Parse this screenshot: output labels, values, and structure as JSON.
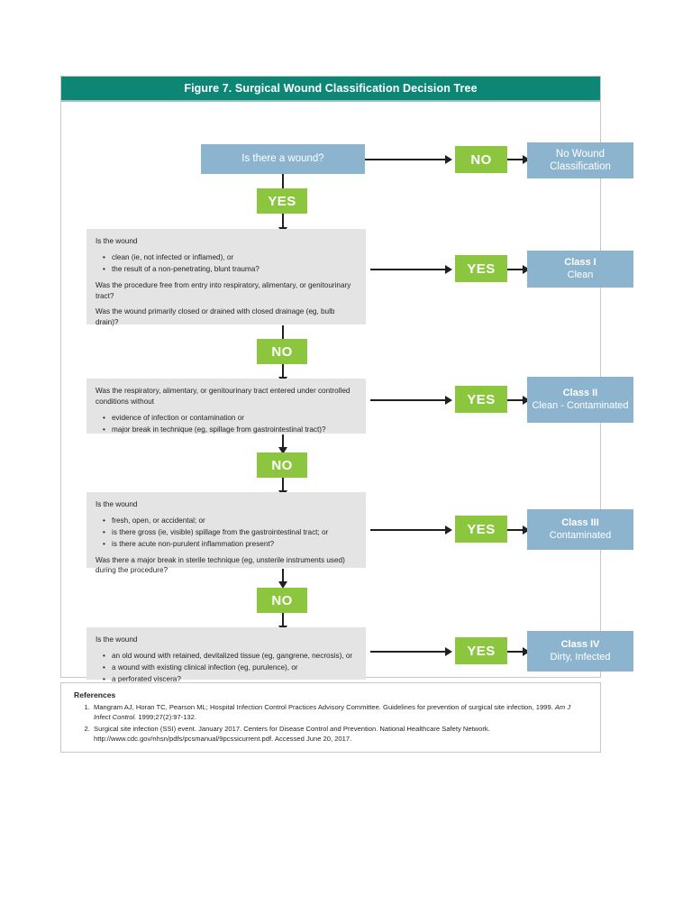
{
  "figure": {
    "title": "Figure 7.  Surgical Wound Classification Decision Tree",
    "colors": {
      "header_teal": "#0d8676",
      "green": "#8cc63e",
      "blue": "#8cb4ce",
      "gray": "#e4e4e4",
      "shadow": "#9a9a9a"
    },
    "start": {
      "question": "Is there a wound?",
      "no_label": "NO",
      "no_result": "No Wound Classification",
      "yes_label": "YES"
    },
    "steps": [
      {
        "id": "class-1",
        "blocks": [
          {
            "type": "text",
            "text": "Is the wound"
          },
          {
            "type": "bullets",
            "items": [
              "clean (ie, not infected or inflamed), or",
              "the result of a non-penetrating, blunt trauma?"
            ]
          },
          {
            "type": "text",
            "text": "Was the procedure free from entry into respiratory, alimentary, or genitourinary tract?"
          },
          {
            "type": "text",
            "text": "Was the wound primarily closed or drained with closed drainage (eg, bulb drain)?"
          }
        ],
        "yes_label": "YES",
        "result_title": "Class I",
        "result_sub": "Clean",
        "no_label": "NO"
      },
      {
        "id": "class-2",
        "blocks": [
          {
            "type": "text",
            "text": "Was the respiratory, alimentary, or genitourinary tract entered under controlled conditions without"
          },
          {
            "type": "bullets",
            "items": [
              "evidence of infection or contamination or",
              "major break in technique (eg, spillage from gastrointestinal tract)?"
            ]
          }
        ],
        "yes_label": "YES",
        "result_title": "Class II",
        "result_sub": "Clean - Contaminated",
        "no_label": "NO"
      },
      {
        "id": "class-3",
        "blocks": [
          {
            "type": "text",
            "text": "Is the wound"
          },
          {
            "type": "bullets",
            "items": [
              "fresh, open, or accidental; or",
              "is there gross (ie, visible) spillage from the gastrointestinal tract; or",
              "is there acute non-purulent inflammation present?"
            ]
          },
          {
            "type": "text",
            "text": "Was there a major break in sterile technique (eg, unsterile instruments used) during the procedure?"
          }
        ],
        "yes_label": "YES",
        "result_title": "Class III",
        "result_sub": "Contaminated",
        "no_label": "NO"
      },
      {
        "id": "class-4",
        "blocks": [
          {
            "type": "text",
            "text": "Is the wound"
          },
          {
            "type": "bullets",
            "items": [
              "an old wound with retained, devitalized tissue (eg, gangrene, necrosis), or",
              "a wound with existing clinical infection (eg, purulence), or",
              "a perforated viscera?"
            ]
          }
        ],
        "yes_label": "YES",
        "result_title": "Class IV",
        "result_sub": "Dirty, Infected",
        "no_label": null
      }
    ]
  },
  "references": {
    "heading": "References",
    "items": [
      {
        "part1": "Mangram AJ, Horan TC, Pearson ML; Hospital Infection Control Practices Advisory Committee. Guidelines for prevention of surgical site infection, 1999. ",
        "italic": "Am J Infect Control.",
        "part2": " 1999;27(2):97-132."
      },
      {
        "part1": "Surgical site infection (SSI) event. January 2017. Centers for Disease Control and Prevention. National Healthcare Safety Network. http://www.cdc.gov/nhsn/pdfs/pcsmanual/9pcssicurrent.pdf. Accessed June 20, 2017.",
        "italic": "",
        "part2": ""
      }
    ]
  }
}
